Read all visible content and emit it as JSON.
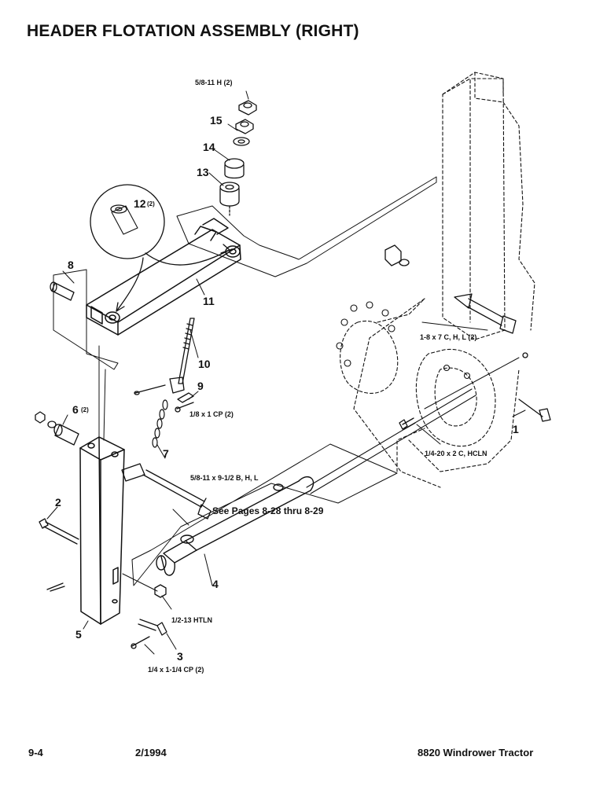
{
  "page": {
    "title": "HEADER FLOTATION ASSEMBLY (RIGHT)",
    "footer": {
      "page_number": "9-4",
      "date": "2/1994",
      "product": "8820 Windrower Tractor"
    }
  },
  "callouts": [
    {
      "id": "1",
      "label": "1"
    },
    {
      "id": "2",
      "label": "2"
    },
    {
      "id": "3",
      "label": "3"
    },
    {
      "id": "4",
      "label": "4"
    },
    {
      "id": "5",
      "label": "5"
    },
    {
      "id": "6",
      "label": "6",
      "qty": "(2)"
    },
    {
      "id": "7",
      "label": "7"
    },
    {
      "id": "8",
      "label": "8"
    },
    {
      "id": "9",
      "label": "9"
    },
    {
      "id": "10",
      "label": "10"
    },
    {
      "id": "11",
      "label": "11"
    },
    {
      "id": "12",
      "label": "12",
      "qty": "(2)"
    },
    {
      "id": "13",
      "label": "13"
    },
    {
      "id": "14",
      "label": "14"
    },
    {
      "id": "15",
      "label": "15"
    }
  ],
  "hardware": {
    "nut_top": "5/8-11 H (2)",
    "bolt_frame": "1-8 x 7 C, H, L (2)",
    "cotter_small": "1/8 x 1 CP (2)",
    "bolt_long": "5/8-11 x 9-1/2 B, H, L",
    "bolt_quarter": "1/4-20 x 2  C, HCLN",
    "nut_half": "1/2-13  HTLN",
    "cotter_large": "1/4 x 1-1/4 CP (2)"
  },
  "reference": "See Pages 8-28 thru 8-29"
}
